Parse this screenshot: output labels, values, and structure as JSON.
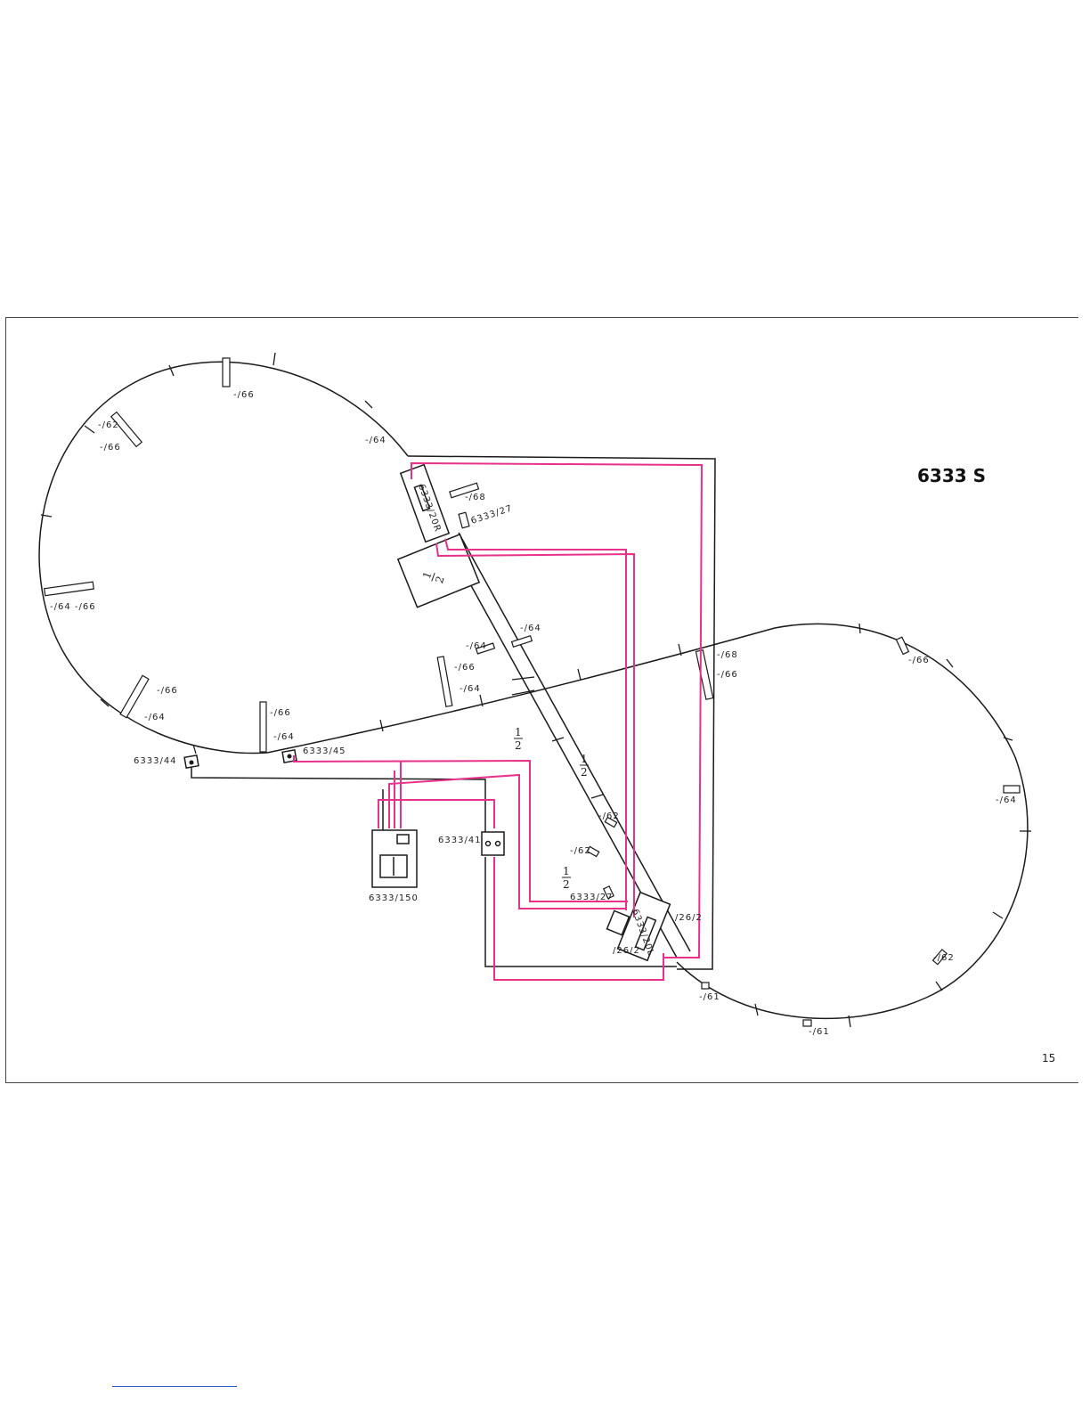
{
  "title": "6333 S",
  "page_number": "15",
  "colors": {
    "track": "#1a1a1a",
    "wire": "#e8318a",
    "paper": "#ffffff"
  },
  "labels": {
    "l_66_top": "-/66",
    "l_62_left": "-/62",
    "l_66_left": "-/66",
    "l_64_top": "-/64",
    "l_64_66": "-/64 -/66",
    "l_66_lowleft": "-/66",
    "l_64_lowleft": "-/64",
    "l_66_mid": "-/66",
    "l_64_mid": "-/64",
    "l_68_top": "-/68",
    "l_6333_27_top": "6333/27",
    "l_6333_20r": "6333/20R",
    "l_64_diag": "-/64",
    "l_64_diag2": "-/64",
    "l_66_diag": "-/66",
    "l_64_diag3": "-/64",
    "l_6333_44": "6333/44",
    "l_6333_45": "6333/45",
    "l_6333_41": "6333/41",
    "l_6333_150": "6333/150",
    "l_68_right": "-/68",
    "l_66_right": "-/66",
    "l_66_farright": "-/66",
    "l_64_farright": "-/64",
    "l_62_farright": "-/62",
    "l_62_lower": "-/62",
    "l_62_lower2": "-/62",
    "l_6333_27_low": "6333/27",
    "l_6333_20l": "6333/20L",
    "l_26_2_a": "/26/2",
    "l_26_2_b": "/26/2",
    "l_61_a": "-/61",
    "l_61_b": "-/61"
  }
}
